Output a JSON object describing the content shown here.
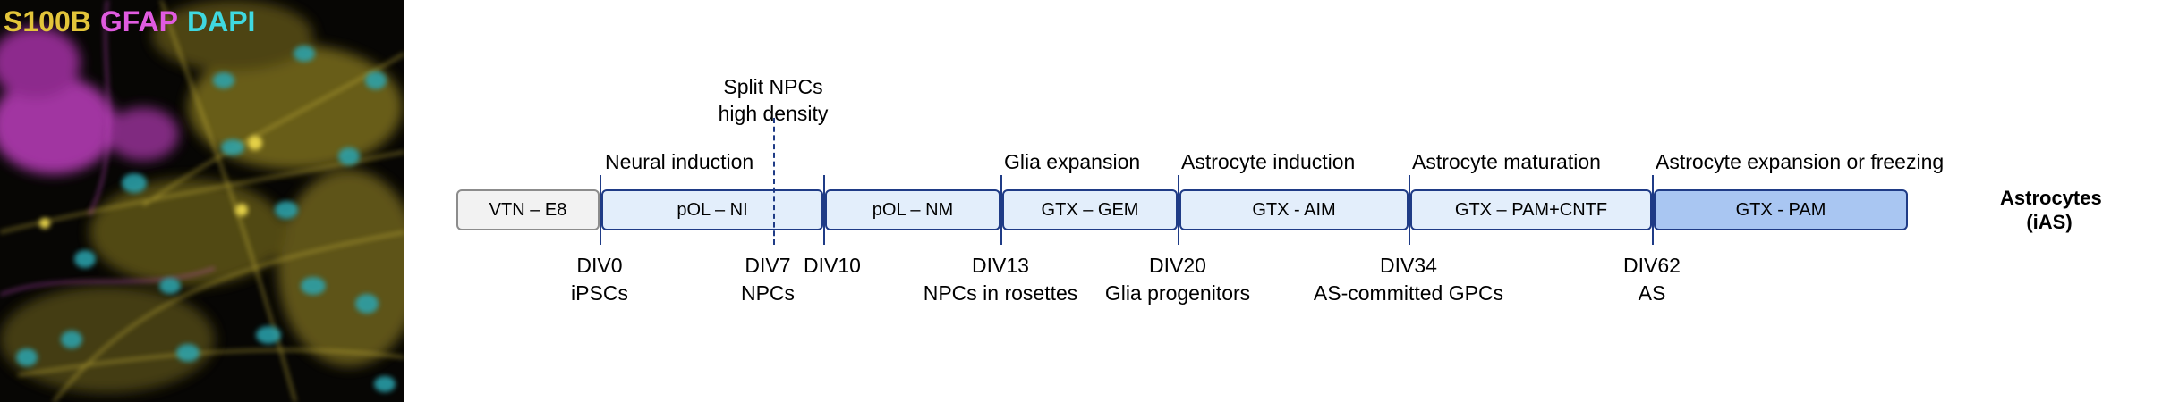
{
  "stain_legend": {
    "items": [
      {
        "label": "S100B",
        "color": "#e3c53a"
      },
      {
        "label": "GFAP",
        "color": "#e05be0"
      },
      {
        "label": "DAPI",
        "color": "#3fd8e0"
      }
    ]
  },
  "timeline": {
    "boxes": [
      {
        "label": "VTN – E8"
      },
      {
        "label": "pOL – NI"
      },
      {
        "label": "pOL – NM"
      },
      {
        "label": "GTX – GEM"
      },
      {
        "label": "GTX - AIM"
      },
      {
        "label": "GTX – PAM+CNTF"
      },
      {
        "label": "GTX - PAM"
      }
    ],
    "stages": [
      {
        "label": "Neural induction"
      },
      {
        "label": "Glia expansion"
      },
      {
        "label": "Astrocyte induction"
      },
      {
        "label": "Astrocyte maturation"
      },
      {
        "label": "Astrocyte expansion or freezing"
      }
    ],
    "split_note": {
      "line1": "Split NPCs",
      "line2": "high density"
    },
    "days": [
      {
        "day": "DIV0",
        "desc": "iPSCs"
      },
      {
        "day": "DIV7",
        "desc": "NPCs"
      },
      {
        "day": "DIV10",
        "desc": ""
      },
      {
        "day": "DIV13",
        "desc": "NPCs in rosettes"
      },
      {
        "day": "DIV20",
        "desc": "Glia progenitors"
      },
      {
        "day": "DIV34",
        "desc": "AS-committed GPCs"
      },
      {
        "day": "DIV62",
        "desc": "AS"
      }
    ],
    "end_label": {
      "line1": "Astrocytes",
      "line2": "(iAS)"
    }
  }
}
